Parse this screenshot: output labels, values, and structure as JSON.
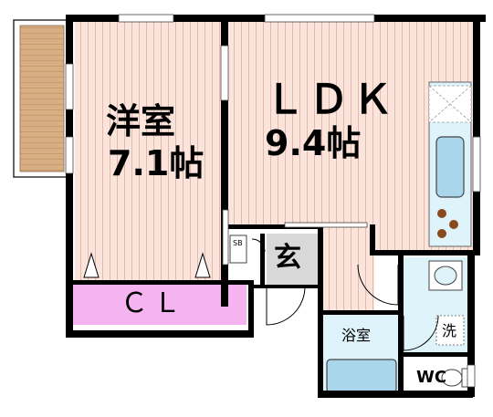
{
  "rooms": {
    "western": {
      "name": "洋室",
      "size": "7.1帖"
    },
    "ldk": {
      "name": "ＬＤＫ",
      "size": "9.4帖"
    },
    "closet": {
      "name": "ＣＬ"
    },
    "entrance": {
      "name": "玄"
    },
    "shoe_box": {
      "name": "SB"
    },
    "bath": {
      "name": "浴室"
    },
    "washer": {
      "name": "洗"
    },
    "toilet": {
      "name": "WC"
    }
  },
  "colors": {
    "wall": "#000000",
    "floor_wood": "#fbe4dc",
    "floor_line": "#e6b8aa",
    "balcony": "#d8ae84",
    "closet": "#f5b3ef",
    "wet_area": "#dff3fb",
    "tub": "#a9d6ea",
    "entrance": "#d8d8d8",
    "stove": "#8a4a1e"
  }
}
